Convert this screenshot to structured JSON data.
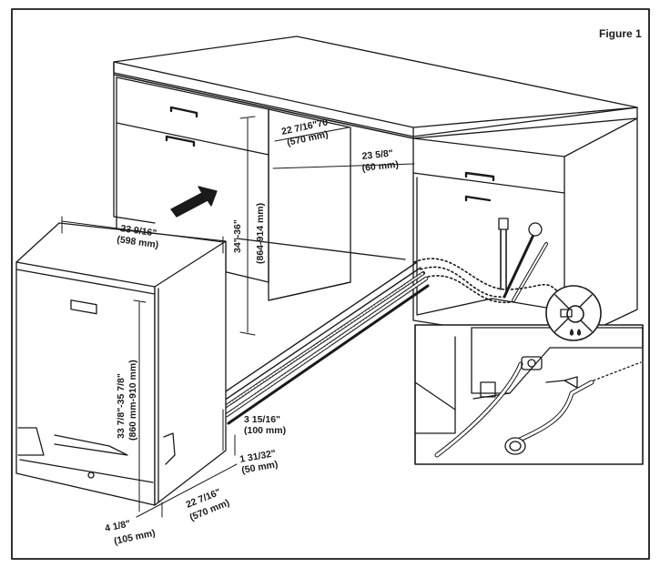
{
  "figure_label": "Figure 1",
  "dimensions": {
    "cabinet_depth": {
      "imperial": "22 7/16\"70",
      "metric": "(570 mm)"
    },
    "side_gap": {
      "imperial": "23 5/8\"",
      "metric": "(60 mm)"
    },
    "cabinet_height": {
      "imperial": "34\"-36\"",
      "metric": "(864-914 mm)"
    },
    "appliance_width": {
      "imperial": "23 9/16\"",
      "metric": "(598 mm)"
    },
    "appliance_height": {
      "imperial": "33 7/8\"-35 7/8\"",
      "metric": "(860 mm-910 mm)"
    },
    "hose_height": {
      "imperial": "3 15/16\"",
      "metric": "(100 mm)"
    },
    "hose_offset": {
      "imperial": "1 31/32\"",
      "metric": "(50 mm)"
    },
    "appliance_depth": {
      "imperial": "22 7/16\"",
      "metric": "(570 mm)"
    },
    "toe_kick": {
      "imperial": "4 1/8\"",
      "metric": "(105 mm)"
    }
  },
  "colors": {
    "line": "#1a1a1a",
    "background": "#ffffff",
    "water_drop": "#333333"
  },
  "icons": [
    "insert-arrow-icon",
    "no-symbol-icon",
    "water-drop-icon",
    "plug-icon"
  ]
}
